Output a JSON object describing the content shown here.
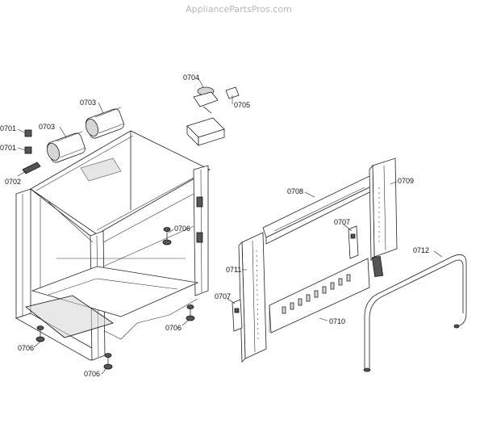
{
  "watermark": "AppliancePartsPros.com",
  "callouts": {
    "p0701a": "0701",
    "p0701b": "0701",
    "p0702": "0702",
    "p0703a": "0703",
    "p0703b": "0703",
    "p0704": "0704",
    "p0705": "0705",
    "p0706a": "0706",
    "p0706b": "0706",
    "p0706c": "0706",
    "p0706d": "0706",
    "p0707a": "0707",
    "p0707b": "0707",
    "p0708": "0708",
    "p0709": "0709",
    "p0710": "0710",
    "p0711": "0711",
    "p0712": "0712"
  }
}
